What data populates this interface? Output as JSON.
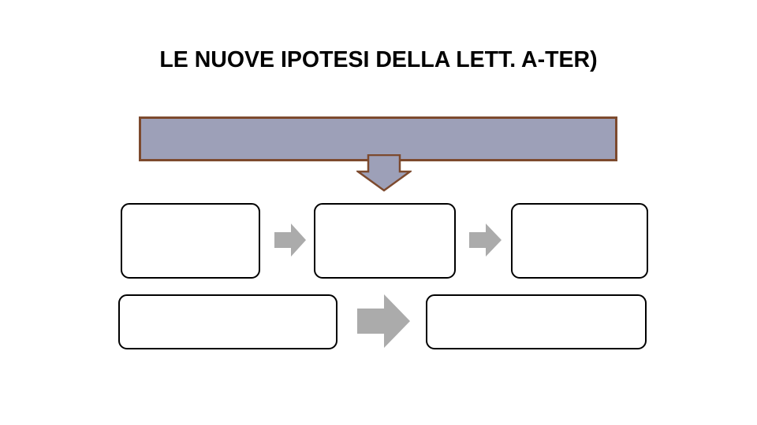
{
  "slide": {
    "title": "LE NUOVE IPOTESI DELLA LETT. A-TER)",
    "background_color": "#FFFFFF"
  },
  "banner": {
    "label": "",
    "fill_color": "#9DA0B8",
    "border_color": "#7D4A2E"
  },
  "connectors": {
    "down_arrow": {
      "name": "down-arrow",
      "direction": "down",
      "fill_color": "#9DA0B8",
      "border_color": "#7D4A2E"
    },
    "right_arrow_small_1": {
      "name": "right-arrow-small-1",
      "direction": "right",
      "fill_color": "#ABABAB"
    },
    "right_arrow_small_2": {
      "name": "right-arrow-small-2",
      "direction": "right",
      "fill_color": "#ABABAB"
    },
    "right_arrow_large": {
      "name": "right-arrow-large",
      "direction": "right",
      "fill_color": "#ABABAB"
    }
  },
  "row1": {
    "boxes": [
      {
        "label": "",
        "border_color": "#000000",
        "fill_color": "#FFFFFF"
      },
      {
        "label": "",
        "border_color": "#000000",
        "fill_color": "#FFFFFF"
      },
      {
        "label": "",
        "border_color": "#000000",
        "fill_color": "#FFFFFF"
      }
    ]
  },
  "row2": {
    "boxes": [
      {
        "label": "",
        "border_color": "#000000",
        "fill_color": "#FFFFFF"
      },
      {
        "label": "",
        "border_color": "#000000",
        "fill_color": "#FFFFFF"
      }
    ]
  }
}
